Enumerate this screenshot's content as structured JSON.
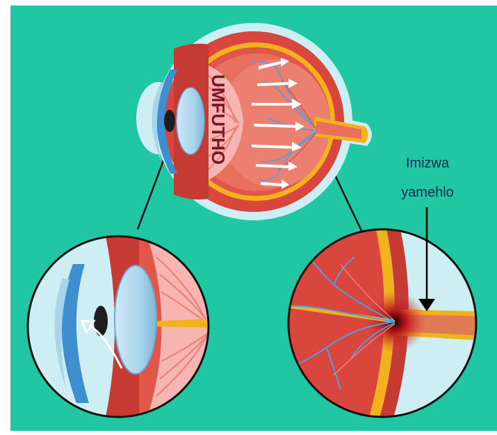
{
  "labels": {
    "vitreous": "UMFUTHO",
    "nerve_line1": "Imizwa",
    "nerve_line2": "yamehlo"
  },
  "colors": {
    "background": "#20C7A2",
    "sclera_halo": "#CDEFF3",
    "tissue_red": "#D9463E",
    "tissue_light": "#F08A7A",
    "yellow_layer": "#F2B21E",
    "ciliary_pink": "#F6B5B0",
    "lens_blue": "#A9D4EC",
    "cornea_blue": "#3E8FD0",
    "vessel_blue": "#4F9FE0",
    "label_text": "#1B2A55",
    "vitreous_text": "#7A1626"
  },
  "icons": [
    "eye-cross-section",
    "anterior-eye-magnifier",
    "optic-nerve-magnifier",
    "pressure-arrow-icon",
    "pointer-arrow-icon"
  ]
}
